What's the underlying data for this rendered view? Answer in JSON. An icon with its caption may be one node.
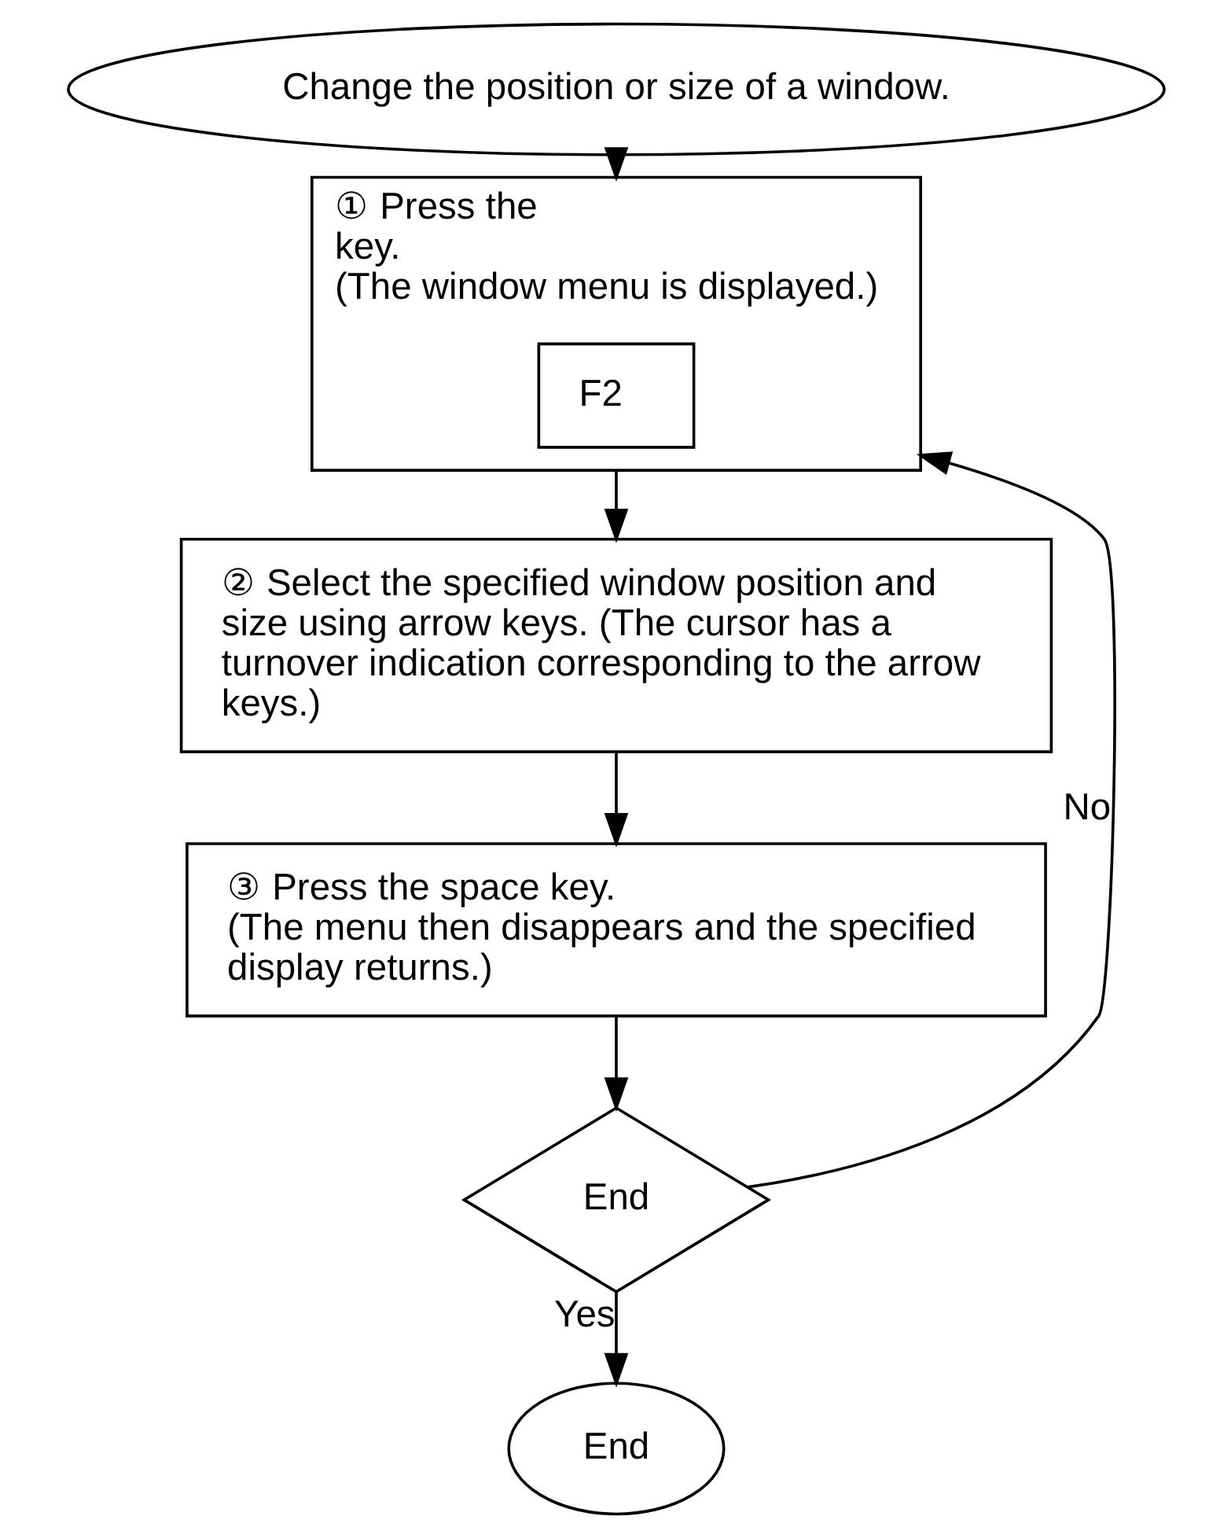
{
  "diagram": {
    "nodes": [
      {
        "text": [
          "Change the position or size of a window."
        ]
      },
      {
        "text": [
          "① Press the",
          "key.",
          "(The window menu is displayed.)"
        ]
      },
      {
        "text": [
          "F2"
        ],
        "in": 1
      },
      {
        "text": [
          "② Select the specified window position and size using arrow keys. (The cursor has a turnover indication corresponding to the arrow keys.)"
        ]
      },
      {
        "text": [
          "③ Press the space key.",
          "(The menu then disappears and the specified display returns.)"
        ]
      },
      {
        "text": [
          "End"
        ]
      },
      {
        "text": [
          "End"
        ]
      }
    ],
    "edges": [
      {
        "from": 0,
        "to": 1,
        "arrow": "to"
      },
      {
        "from": 1,
        "to": 3,
        "arrow": "to"
      },
      {
        "from": 3,
        "to": 4,
        "arrow": "to"
      },
      {
        "from": 4,
        "to": 5,
        "arrow": "to"
      },
      {
        "from": 5,
        "to": 6,
        "label": "Yes",
        "arrow": "to"
      },
      {
        "from": 5,
        "to": 1,
        "label": "No",
        "arrow": "to"
      }
    ]
  }
}
